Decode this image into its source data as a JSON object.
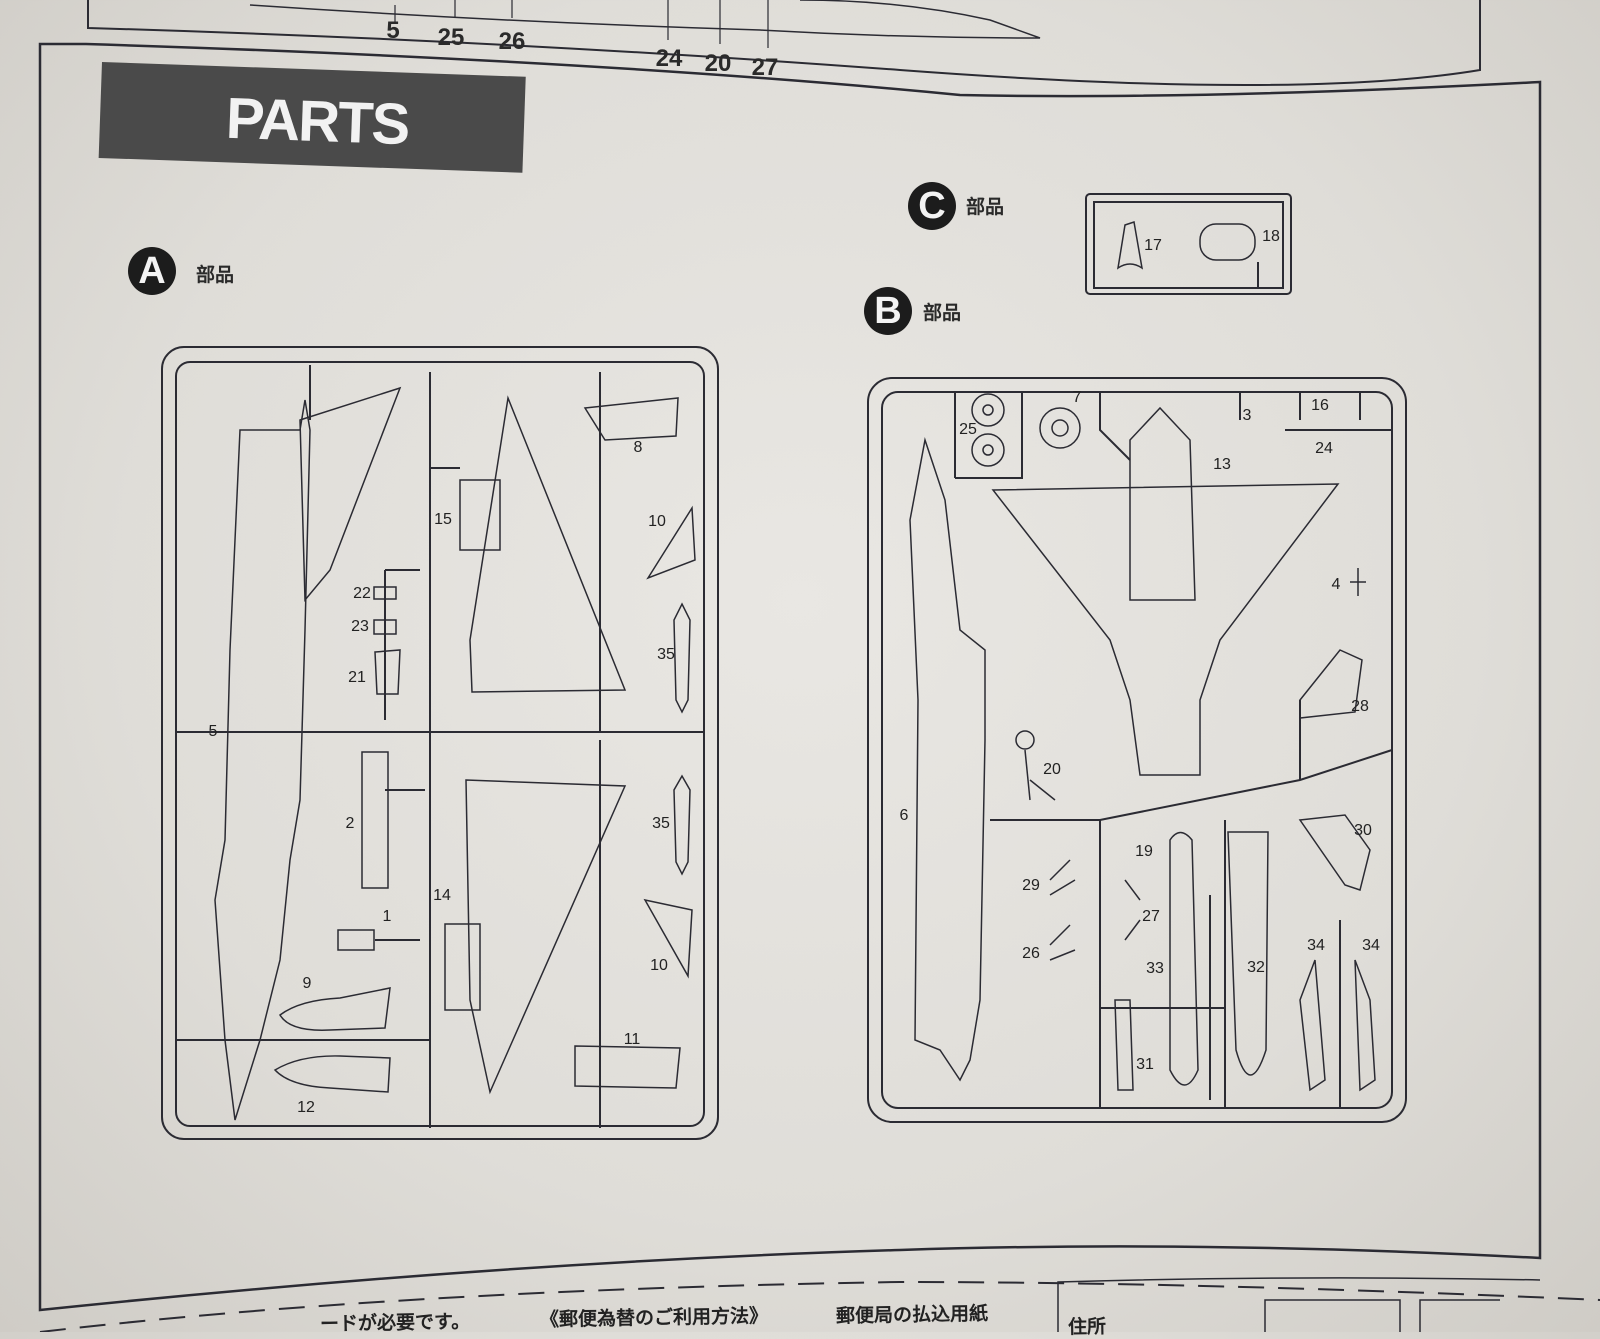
{
  "top_callouts": [
    "5",
    "25",
    "26",
    "24",
    "20",
    "27"
  ],
  "section_title": "PARTS",
  "sprue_a": {
    "letter": "A",
    "label": "部品",
    "parts": [
      "5",
      "22",
      "23",
      "21",
      "2",
      "1",
      "9",
      "12",
      "15",
      "8",
      "10",
      "35",
      "35",
      "14",
      "10",
      "11"
    ]
  },
  "sprue_b": {
    "letter": "B",
    "label": "部品",
    "parts": [
      "25",
      "7",
      "3",
      "16",
      "24",
      "13",
      "4",
      "28",
      "20",
      "6",
      "30",
      "19",
      "29",
      "27",
      "26",
      "33",
      "32",
      "34",
      "34",
      "31"
    ]
  },
  "sprue_c": {
    "letter": "C",
    "label": "部品",
    "parts": [
      "17",
      "18"
    ]
  },
  "footer": {
    "text1": "ードが必要です。",
    "text2": "《郵便為替のご利用方法》",
    "text3": "郵便局の払込用紙",
    "text4": "住所"
  }
}
